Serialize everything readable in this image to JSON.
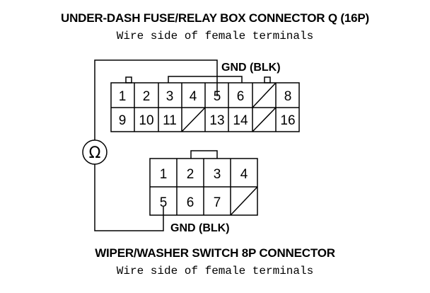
{
  "top_connector": {
    "title": "UNDER-DASH FUSE/RELAY BOX CONNECTOR Q (16P)",
    "subtitle": "Wire side of female terminals",
    "pins_row1": [
      "1",
      "2",
      "3",
      "4",
      "5",
      "6",
      "",
      "8"
    ],
    "pins_row2": [
      "9",
      "10",
      "11",
      "",
      "13",
      "14",
      "",
      "16"
    ],
    "gnd_label": "GND (BLK)"
  },
  "bottom_connector": {
    "title": "WIPER/WASHER SWITCH 8P CONNECTOR",
    "subtitle": "Wire side of female terminals",
    "pins_row1": [
      "1",
      "2",
      "3",
      "4"
    ],
    "pins_row2": [
      "5",
      "6",
      "7",
      ""
    ],
    "gnd_label": "GND (BLK)"
  },
  "meter": {
    "symbol": "Ω"
  }
}
